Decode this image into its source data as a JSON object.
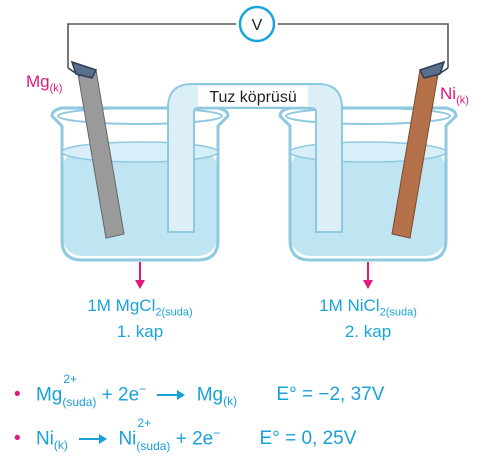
{
  "voltmeter": {
    "symbol": "V"
  },
  "salt_bridge": {
    "label": "Tuz köprüsü"
  },
  "left_electrode": {
    "metal": "Mg",
    "state": "(k)"
  },
  "right_electrode": {
    "metal": "Ni",
    "state": "(k)"
  },
  "left_cup": {
    "solution_prefix": "1M MgCl",
    "solution_sub": "2(suda)",
    "cup_label": "1. kap"
  },
  "right_cup": {
    "solution_prefix": "1M NiCl",
    "solution_sub": "2(suda)",
    "cup_label": "2. kap"
  },
  "reactions": [
    {
      "reactant": "Mg",
      "reactant_sup": "2+",
      "reactant_sub": "(suda)",
      "plus": "+ 2e",
      "electron_sup": "−",
      "product": "Mg",
      "product_sub": "(k)",
      "potential": "E° = −2, 37V"
    },
    {
      "reactant": "Ni",
      "reactant_sub": "(k)",
      "product": "Ni",
      "product_sup": "2+",
      "product_sub": "(suda)",
      "plus": "+ 2e",
      "electron_sup": "−",
      "potential": "E° = 0, 25V"
    }
  ],
  "colors": {
    "cyan": "#19a4dc",
    "magenta": "#e0197a",
    "water": "#bfe4f2",
    "glass": "#8ec9e0",
    "mg_rod": "#9a9a9a",
    "ni_rod": "#b5714a"
  }
}
